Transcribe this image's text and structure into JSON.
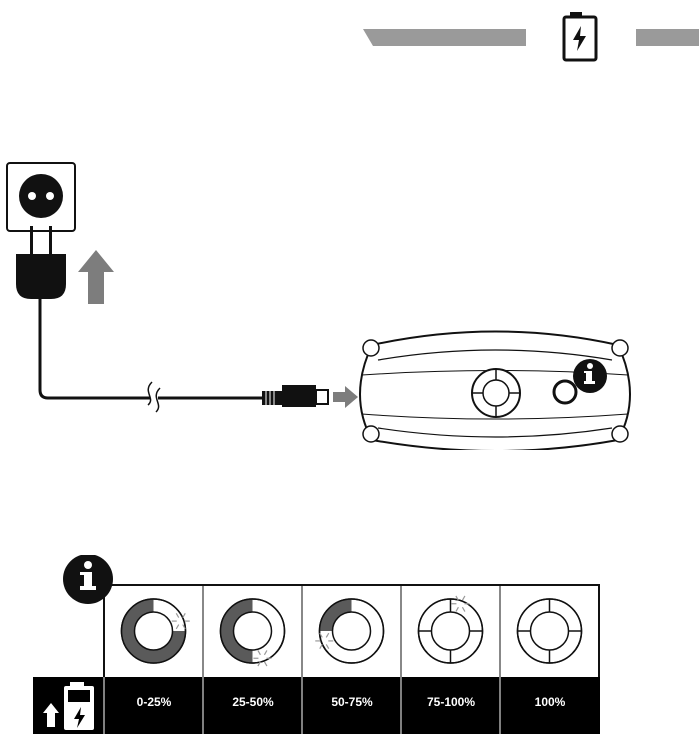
{
  "header": {
    "icon": "battery-charging-icon",
    "colors": {
      "bar": "#9a9a9a",
      "outline": "#111111",
      "accent": "#ffffff"
    }
  },
  "diagram": {
    "icons": [
      "wall-socket-icon",
      "power-plug-icon",
      "up-arrow-icon",
      "usb-connector-icon",
      "right-arrow-icon",
      "info-icon"
    ],
    "device": {
      "icon": "device-charger-icon"
    }
  },
  "charge_table": {
    "info_icon": "info-icon",
    "footer_icon": "battery-charging-icon",
    "levels": [
      {
        "label": "0-25%",
        "fill": 0.75
      },
      {
        "label": "25-50%",
        "fill": 0.5
      },
      {
        "label": "50-75%",
        "fill": 0.25
      },
      {
        "label": "75-100%",
        "fill": 0.0
      },
      {
        "label": "100%",
        "fill": 0.0
      }
    ],
    "colors": {
      "ring_fill": "#5a5a5a",
      "footer_bg": "#000000",
      "label_text": "#ffffff"
    }
  }
}
